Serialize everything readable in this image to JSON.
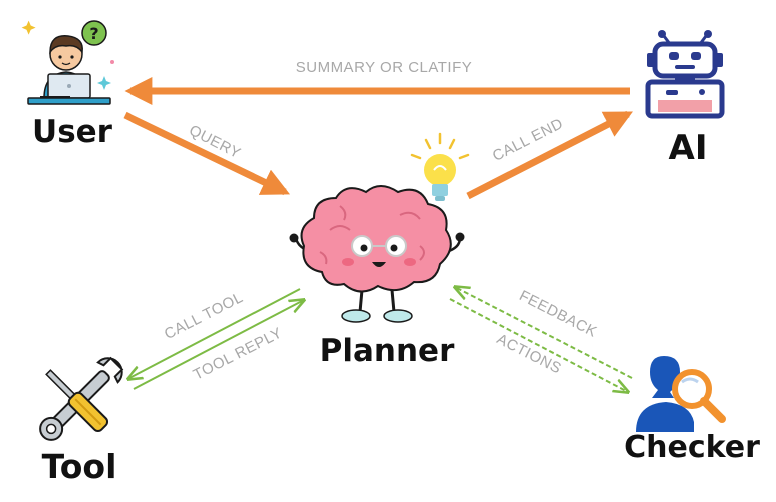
{
  "nodes": {
    "user": "User",
    "ai": "AI",
    "planner": "Planner",
    "tool": "Tool",
    "checker": "Checker"
  },
  "edges": {
    "summary": "SUMMARY  OR  CLATIFY",
    "query": "QUERY",
    "call_end": "CALL END",
    "call_tool": "CALL TOOL",
    "tool_reply": "TOOL REPLY",
    "feedback": "FEEDBACK",
    "actions": "ACTIONS"
  },
  "user_badge": "?",
  "colors": {
    "orange_arrow": "#ef8a3a",
    "green_arrow": "#7dbb45",
    "robot_navy": "#2a3a8e",
    "brain_pink": "#f58fa4",
    "checker_blue": "#1a56b8"
  }
}
